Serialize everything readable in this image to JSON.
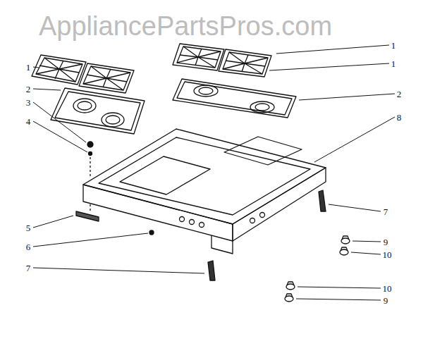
{
  "diagram": {
    "labels": [
      "AppliancePartsPros.com",
      "1",
      "2",
      "3",
      "4",
      "5",
      "6",
      "7",
      "1",
      "1",
      "2",
      "8",
      "7",
      "9",
      "10",
      "10",
      "9"
    ]
  }
}
